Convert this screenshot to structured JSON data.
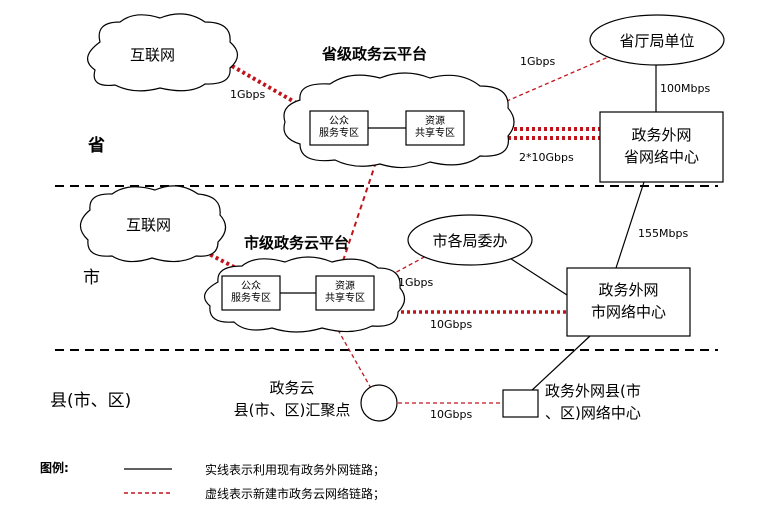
{
  "levels": {
    "province": "省",
    "city": "市",
    "county": "县(市、区)"
  },
  "clouds": {
    "internet_top": "互联网",
    "internet_mid": "互联网",
    "prov_platform_title": "省级政务云平台",
    "city_platform_title": "市级政务云平台"
  },
  "zones": {
    "prov_public_line1": "公众",
    "prov_public_line2": "服务专区",
    "prov_shared_line1": "资源",
    "prov_shared_line2": "共享专区",
    "city_public_line1": "公众",
    "city_public_line2": "服务专区",
    "city_shared_line1": "资源",
    "city_shared_line2": "共享专区"
  },
  "nodes": {
    "prov_unit": "省厅局单位",
    "prov_center_line1": "政务外网",
    "prov_center_line2": "省网络中心",
    "city_bureau": "市各局委办",
    "city_center_line1": "政务外网",
    "city_center_line2": "市网络中心",
    "county_cloud_line1": "政务云",
    "county_cloud_line2": "县(市、区)汇聚点",
    "county_center_line1": "政务外网县(市",
    "county_center_line2": "、区)网络中心"
  },
  "links": {
    "internet_prov": "1Gbps",
    "prov_unit_link": "1Gbps",
    "prov_unit_center": "100Mbps",
    "prov_to_center": "2*10Gbps",
    "prov_city_center": "155Mbps",
    "city_bureau_link": "1Gbps",
    "city_to_center": "10Gbps",
    "county_link": "10Gbps"
  },
  "legend": {
    "title": "图例:",
    "solid_desc": "实线表示利用现有政务外网链路；",
    "dashed_desc": "虚线表示新建市政务云网络链路；"
  },
  "colors": {
    "dashed_link": "#c0141c",
    "solid_link": "#000000",
    "separator": "#000000"
  }
}
